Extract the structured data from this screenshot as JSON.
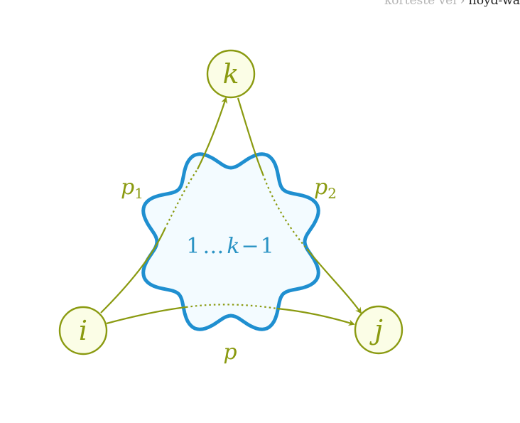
{
  "breadcrumb": {
    "previous": "korteste vei",
    "separator": "›",
    "current": "floyd-wa"
  },
  "diagram": {
    "nodes": {
      "k": "k",
      "i": "i",
      "j": "j"
    },
    "paths": {
      "p1": "p",
      "p1_sub": "1",
      "p2": "p",
      "p2_sub": "2",
      "p": "p"
    },
    "region_label": {
      "start": "1",
      "dots": "…",
      "k": "k",
      "minus": "−",
      "one": "1"
    }
  },
  "colors": {
    "olive": "#8a9a10",
    "node_fill": "#fbfde6",
    "blue": "#1f8fd0",
    "region_fill": "#f3fbff"
  }
}
